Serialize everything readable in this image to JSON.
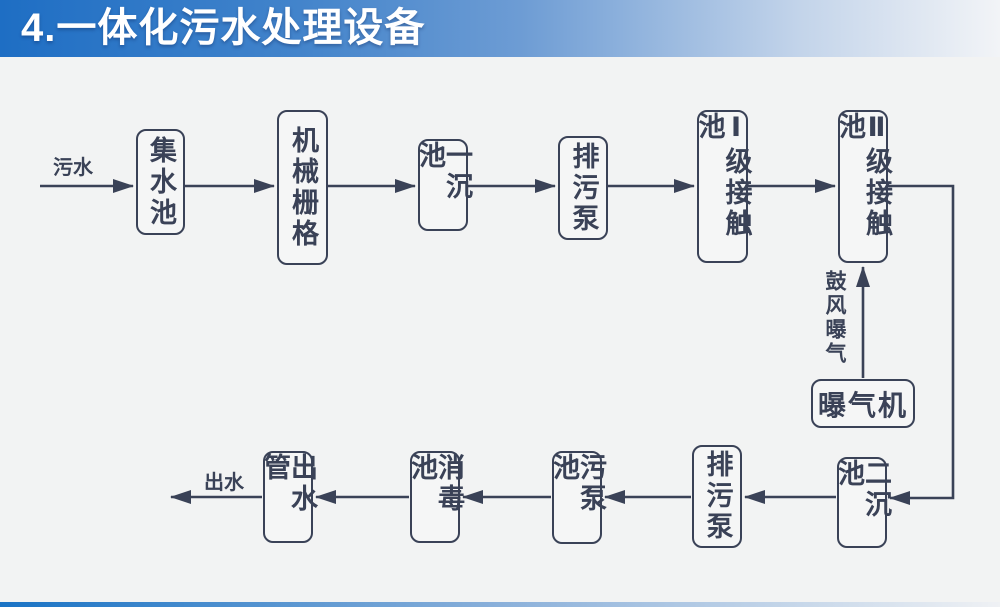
{
  "header": {
    "title": "4.一体化污水处理设备"
  },
  "colors": {
    "header_gradient_start": "#1e6ec4",
    "header_gradient_end": "#f2f4f7",
    "footer_gradient_start": "#1973c5",
    "footer_gradient_end": "#eff1f4",
    "line": "#3a4257",
    "background": "#f2f3f3",
    "title_text": "#ffffff"
  },
  "flowchart": {
    "inflow_label": "污水",
    "outflow_label": "出水",
    "aeration_label": "鼓风曝气",
    "aerator_label": "曝气机",
    "top_row": [
      "集水池",
      "机械栅格",
      "一沉池",
      "排污泵",
      "Ⅰ级接触池",
      "Ⅱ级接触池"
    ],
    "bottom_row": [
      "二沉池",
      "排污泵",
      "污泵池",
      "消毒池",
      "出水管"
    ]
  }
}
